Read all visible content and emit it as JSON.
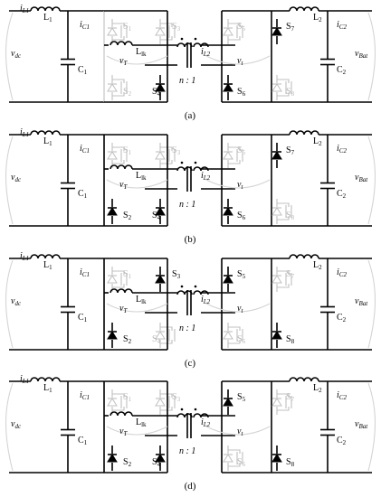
{
  "figure": {
    "panels": [
      {
        "caption": "(a)",
        "inductor1": "L1",
        "capacitor1": "C1",
        "inductor2": "L2",
        "capacitor2": "C2",
        "current_l1": "iL1",
        "current_c1": "iC1",
        "current_c2": "iC2",
        "current_l2": "iL2",
        "source_left": "vdc",
        "source_right": "vBat",
        "leakage_inductor": "Llk",
        "transformer_voltage": "vT",
        "right_voltage": "vt",
        "turns_ratio": "n : 1",
        "active_switches": [
          "S7",
          "S4",
          "S6"
        ],
        "inactive_switches": [
          "S1",
          "S2",
          "S3",
          "S5",
          "S8"
        ]
      },
      {
        "caption": "(b)",
        "inductor1": "L1",
        "capacitor1": "C1",
        "inductor2": "L2",
        "capacitor2": "C2",
        "current_l1": "iL1",
        "current_c1": "iC1",
        "current_c2": "iC2",
        "current_l2": "iL2",
        "source_left": "vdc",
        "source_right": "vBat",
        "leakage_inductor": "Llk",
        "transformer_voltage": "vT",
        "right_voltage": "vt",
        "turns_ratio": "n : 1",
        "active_switches": [
          "S7",
          "S2",
          "S4",
          "S6"
        ],
        "inactive_switches": [
          "S1",
          "S3",
          "S5",
          "S8"
        ]
      },
      {
        "caption": "(c)",
        "inductor1": "L1",
        "capacitor1": "C1",
        "inductor2": "L2",
        "capacitor2": "C2",
        "current_l1": "iL1",
        "current_c1": "iC1",
        "current_c2": "iC2",
        "current_l2": "iL2",
        "source_left": "vdc",
        "source_right": "vBat",
        "leakage_inductor": "Llk",
        "transformer_voltage": "vT",
        "right_voltage": "vt",
        "turns_ratio": "n : 1",
        "active_switches": [
          "S3",
          "S5",
          "S2",
          "S8"
        ],
        "inactive_switches": [
          "S1",
          "S4",
          "S6",
          "S7"
        ]
      },
      {
        "caption": "(d)",
        "inductor1": "L1",
        "capacitor1": "C1",
        "inductor2": "L2",
        "capacitor2": "C2",
        "current_l1": "iL1",
        "current_c1": "iC1",
        "current_c2": "iC2",
        "current_l2": "iL2",
        "source_left": "vdc",
        "source_right": "vBat",
        "leakage_inductor": "Llk",
        "transformer_voltage": "vT",
        "right_voltage": "vt",
        "turns_ratio": "n : 1",
        "active_switches": [
          "S5",
          "S2",
          "S4",
          "S8"
        ],
        "inactive_switches": [
          "S1",
          "S3",
          "S6",
          "S7"
        ]
      }
    ]
  }
}
